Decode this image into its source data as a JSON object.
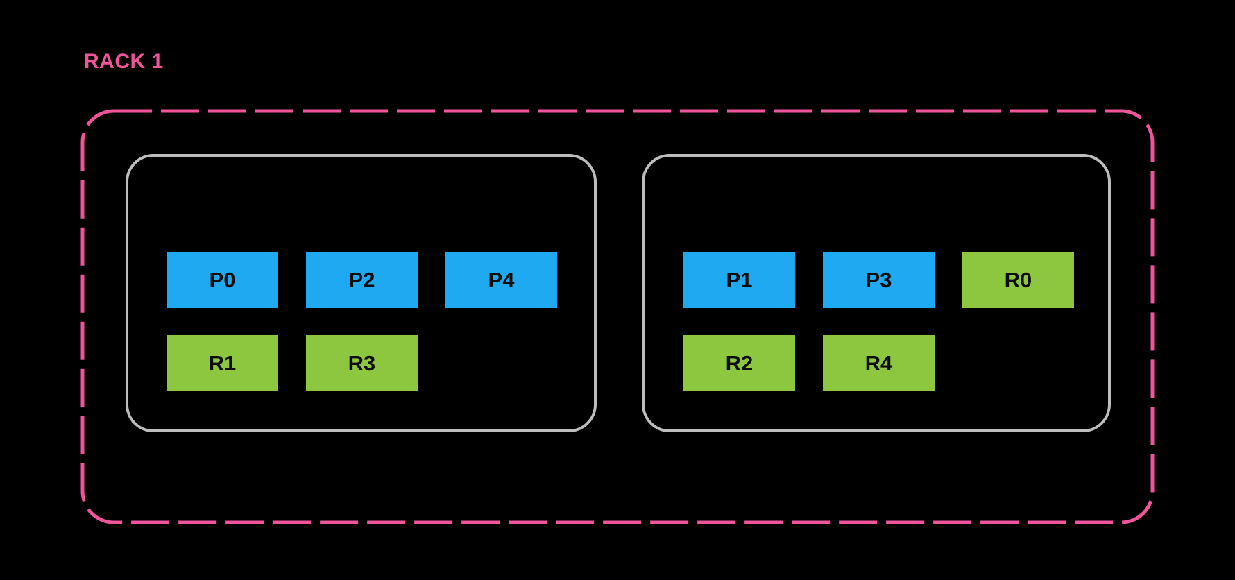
{
  "colors": {
    "background": "#000000",
    "rack": "#F0549B",
    "node": "#BDBDBD",
    "primary": "#1FA9F1",
    "replica": "#8DC63F"
  },
  "rack": {
    "label": "RACK 1",
    "nodes": [
      {
        "id": "node-1",
        "rows": [
          [
            {
              "label": "P0",
              "type": "primary"
            },
            {
              "label": "P2",
              "type": "primary"
            },
            {
              "label": "P4",
              "type": "primary"
            }
          ],
          [
            {
              "label": "R1",
              "type": "replica"
            },
            {
              "label": "R3",
              "type": "replica"
            }
          ]
        ]
      },
      {
        "id": "node-2",
        "rows": [
          [
            {
              "label": "P1",
              "type": "primary"
            },
            {
              "label": "P3",
              "type": "primary"
            },
            {
              "label": "R0",
              "type": "replica"
            }
          ],
          [
            {
              "label": "R2",
              "type": "replica"
            },
            {
              "label": "R4",
              "type": "replica"
            }
          ]
        ]
      }
    ]
  }
}
